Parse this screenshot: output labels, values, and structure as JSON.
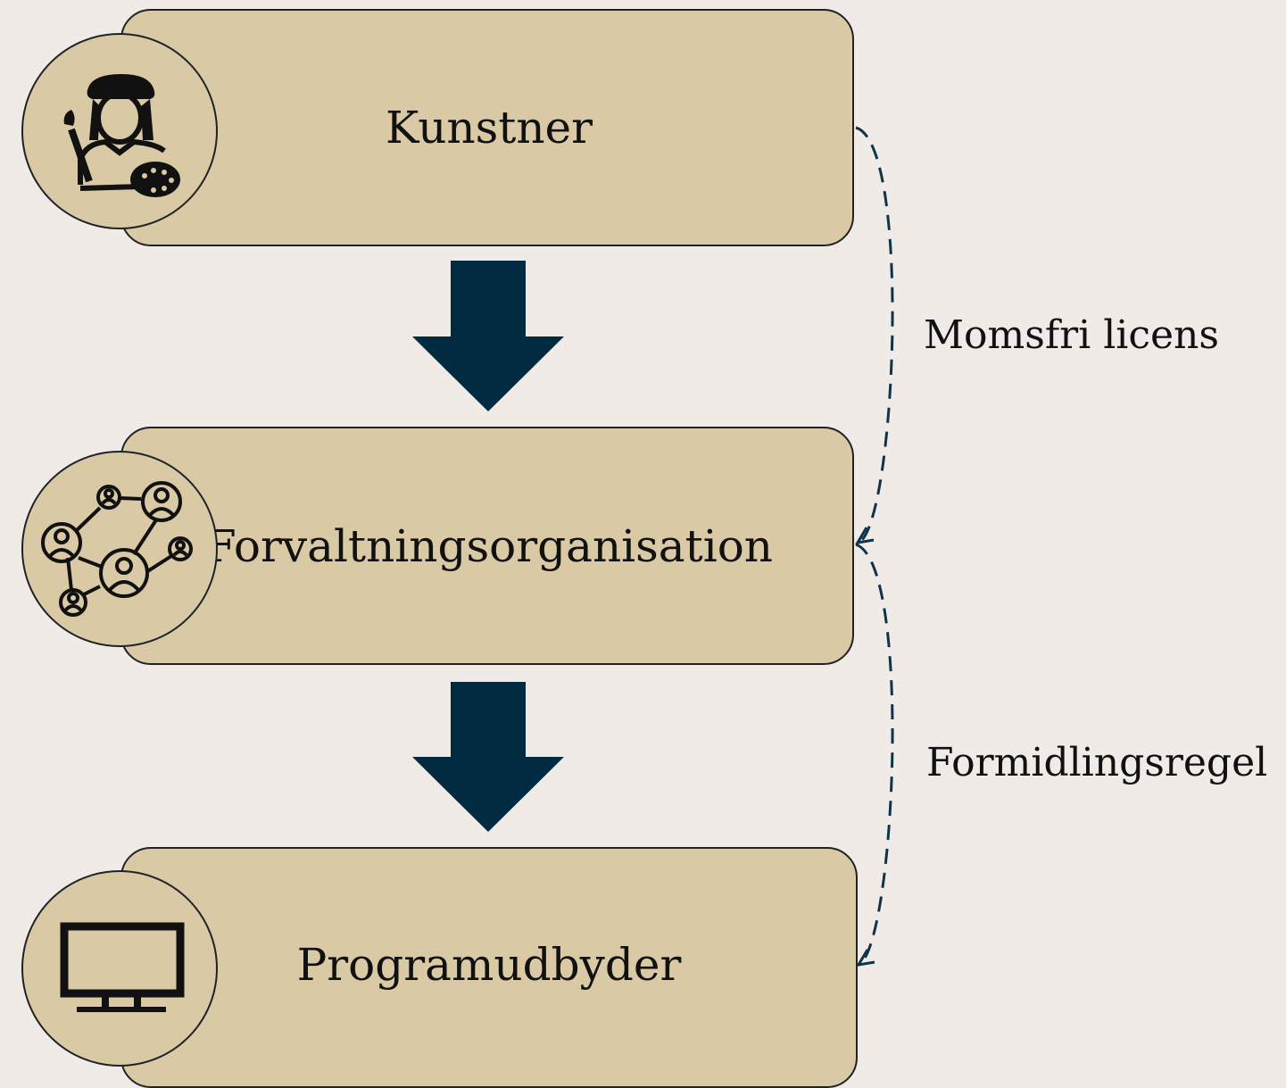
{
  "nodes": [
    {
      "label": "Kunstner",
      "icon": "artist-icon"
    },
    {
      "label": "Forvaltningsorganisation",
      "icon": "network-icon"
    },
    {
      "label": "Programudbyder",
      "icon": "monitor-icon"
    }
  ],
  "edges": [
    {
      "label": "Momsfri licens"
    },
    {
      "label": "Formidlingsregel"
    }
  ],
  "colors": {
    "background": "#f0ebe7",
    "box_fill": "#d9c9a5",
    "arrow": "#012b40",
    "outline": "#1e2328"
  }
}
